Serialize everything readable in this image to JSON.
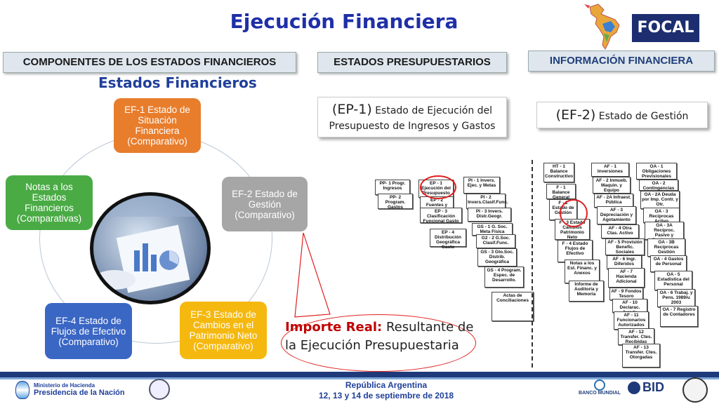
{
  "title": "Ejecución Financiera",
  "logo_text": "FOCAL",
  "headers": {
    "componentes": "COMPONENTES DE LOS ESTADOS FINANCIEROS",
    "presupuestarios": "ESTADOS  PRESUPUESTARIOS",
    "informacion": "INFORMACIÓN FINANCIERA"
  },
  "subtitle": "Estados Financieros",
  "cycle_boxes": [
    {
      "text": "EF-1 Estado de Situación Financiera (Comparativo)",
      "color": "#e87d2c"
    },
    {
      "text": "EF-2 Estado de Gestión (Comparativo)",
      "color": "#a6a6a6"
    },
    {
      "text": "EF-3 Estado de Cambios en el Patrimonio Neto (Comparativo)",
      "color": "#f5b80f"
    },
    {
      "text": "EF-4 Estado de Flujos de Efectivo (Comparativo)",
      "color": "#3a66c4"
    },
    {
      "text": "Notas a los Estados Financieros (Comparativas)",
      "color": "#4aab45"
    }
  ],
  "ep1": {
    "code": "(EP-1)",
    "text": "Estado de Ejecución del Presupuesto de Ingresos y Gastos"
  },
  "ef2": {
    "code": "(EF-2)",
    "text": "Estado de Gestión"
  },
  "importe": {
    "highlight": "Importe Real:",
    "text": "Resultante de la Ejecución Presupuestaria"
  },
  "budget_cards": [
    "PP- 1 Progr. Ingresos",
    "PP- 2 Program. Gastos",
    "EP - 1 Ejecución del Presupuesto",
    "EP - 2 Fuentes y Usos",
    "EP - 3 Clasificación Funcional Gasto",
    "EP - 4 Distribución Geográfica Gasto",
    "PI - 1 Invers. Ejec. y Metas",
    "PI - 2 Invers.Clasif.Func.",
    "PI - 3 Invers. Distr.Geogr.",
    "GS - 1 G. Soc. Meta Física",
    "G2 - 2 G.Soc. Clasif.Func.",
    "GS - 3 Gto.Soc. Distrib. Geográfica",
    "GS - 4 Program. Espec. de Desarrollo.",
    "Actas de Conciliaciones"
  ],
  "info_cards": [
    "HT - 1 Balance Constructivo",
    "F - 1 Balance General",
    "F - 2 Estado de Gestión",
    "F - 3 Estado Cambios Patrimonio Neto",
    "F - 4 Estado Flujos de Efectivo",
    "Notas a los Est. Financ. y Anexos",
    "Informe de Auditoría y Memoria",
    "AF - 1 Inversiones",
    "AF - 2 Inmueb. Maquin. y Equipo",
    "AF - 2A Infraest. Pública",
    "AF - 3 Depreciación y Agotamiento",
    "AF - 4 Otra Ctas. Activo",
    "AF - 5 Provisión Benefic. Sociales",
    "AF - 6 Ingr. Diferidos",
    "AF - 7 Hacienda Adicional",
    "AF - 9 Fondos Tesoro",
    "AF - 10 Declarac. Jurada",
    "AF - 11 Funcionarios Autorizados",
    "AF - 12 Transfer. Ctes. Recibidas",
    "AF - 13 Transfer. Ctes. Otorgadas",
    "OA - 1 Obligaciones Previsionales",
    "OA - 2 Contingencias",
    "OA - 2A Deuda por Imp. Contr. y Otr.",
    "OA - 3 Recíprocas Activo",
    "OA - 3A Recíproc. Pasivo y Patrimonio",
    "OA - 3B Recíprocas Gestión",
    "OA - 4 Gastos de Personal",
    "OA - 5 Estadística del Personal",
    "OA - 6 Trabaj. y Pens. 1989/u 2003",
    "OA - 7 Registro de Contadores"
  ],
  "footer": {
    "left_line1": "Ministerio de Hacienda",
    "left_line2": "Presidencia de la Nación",
    "center_line1": "República Argentina",
    "center_line2": "12, 13 y 14 de septiembre de 2018",
    "bm": "BANCO MUNDIAL",
    "bid": "BID"
  }
}
